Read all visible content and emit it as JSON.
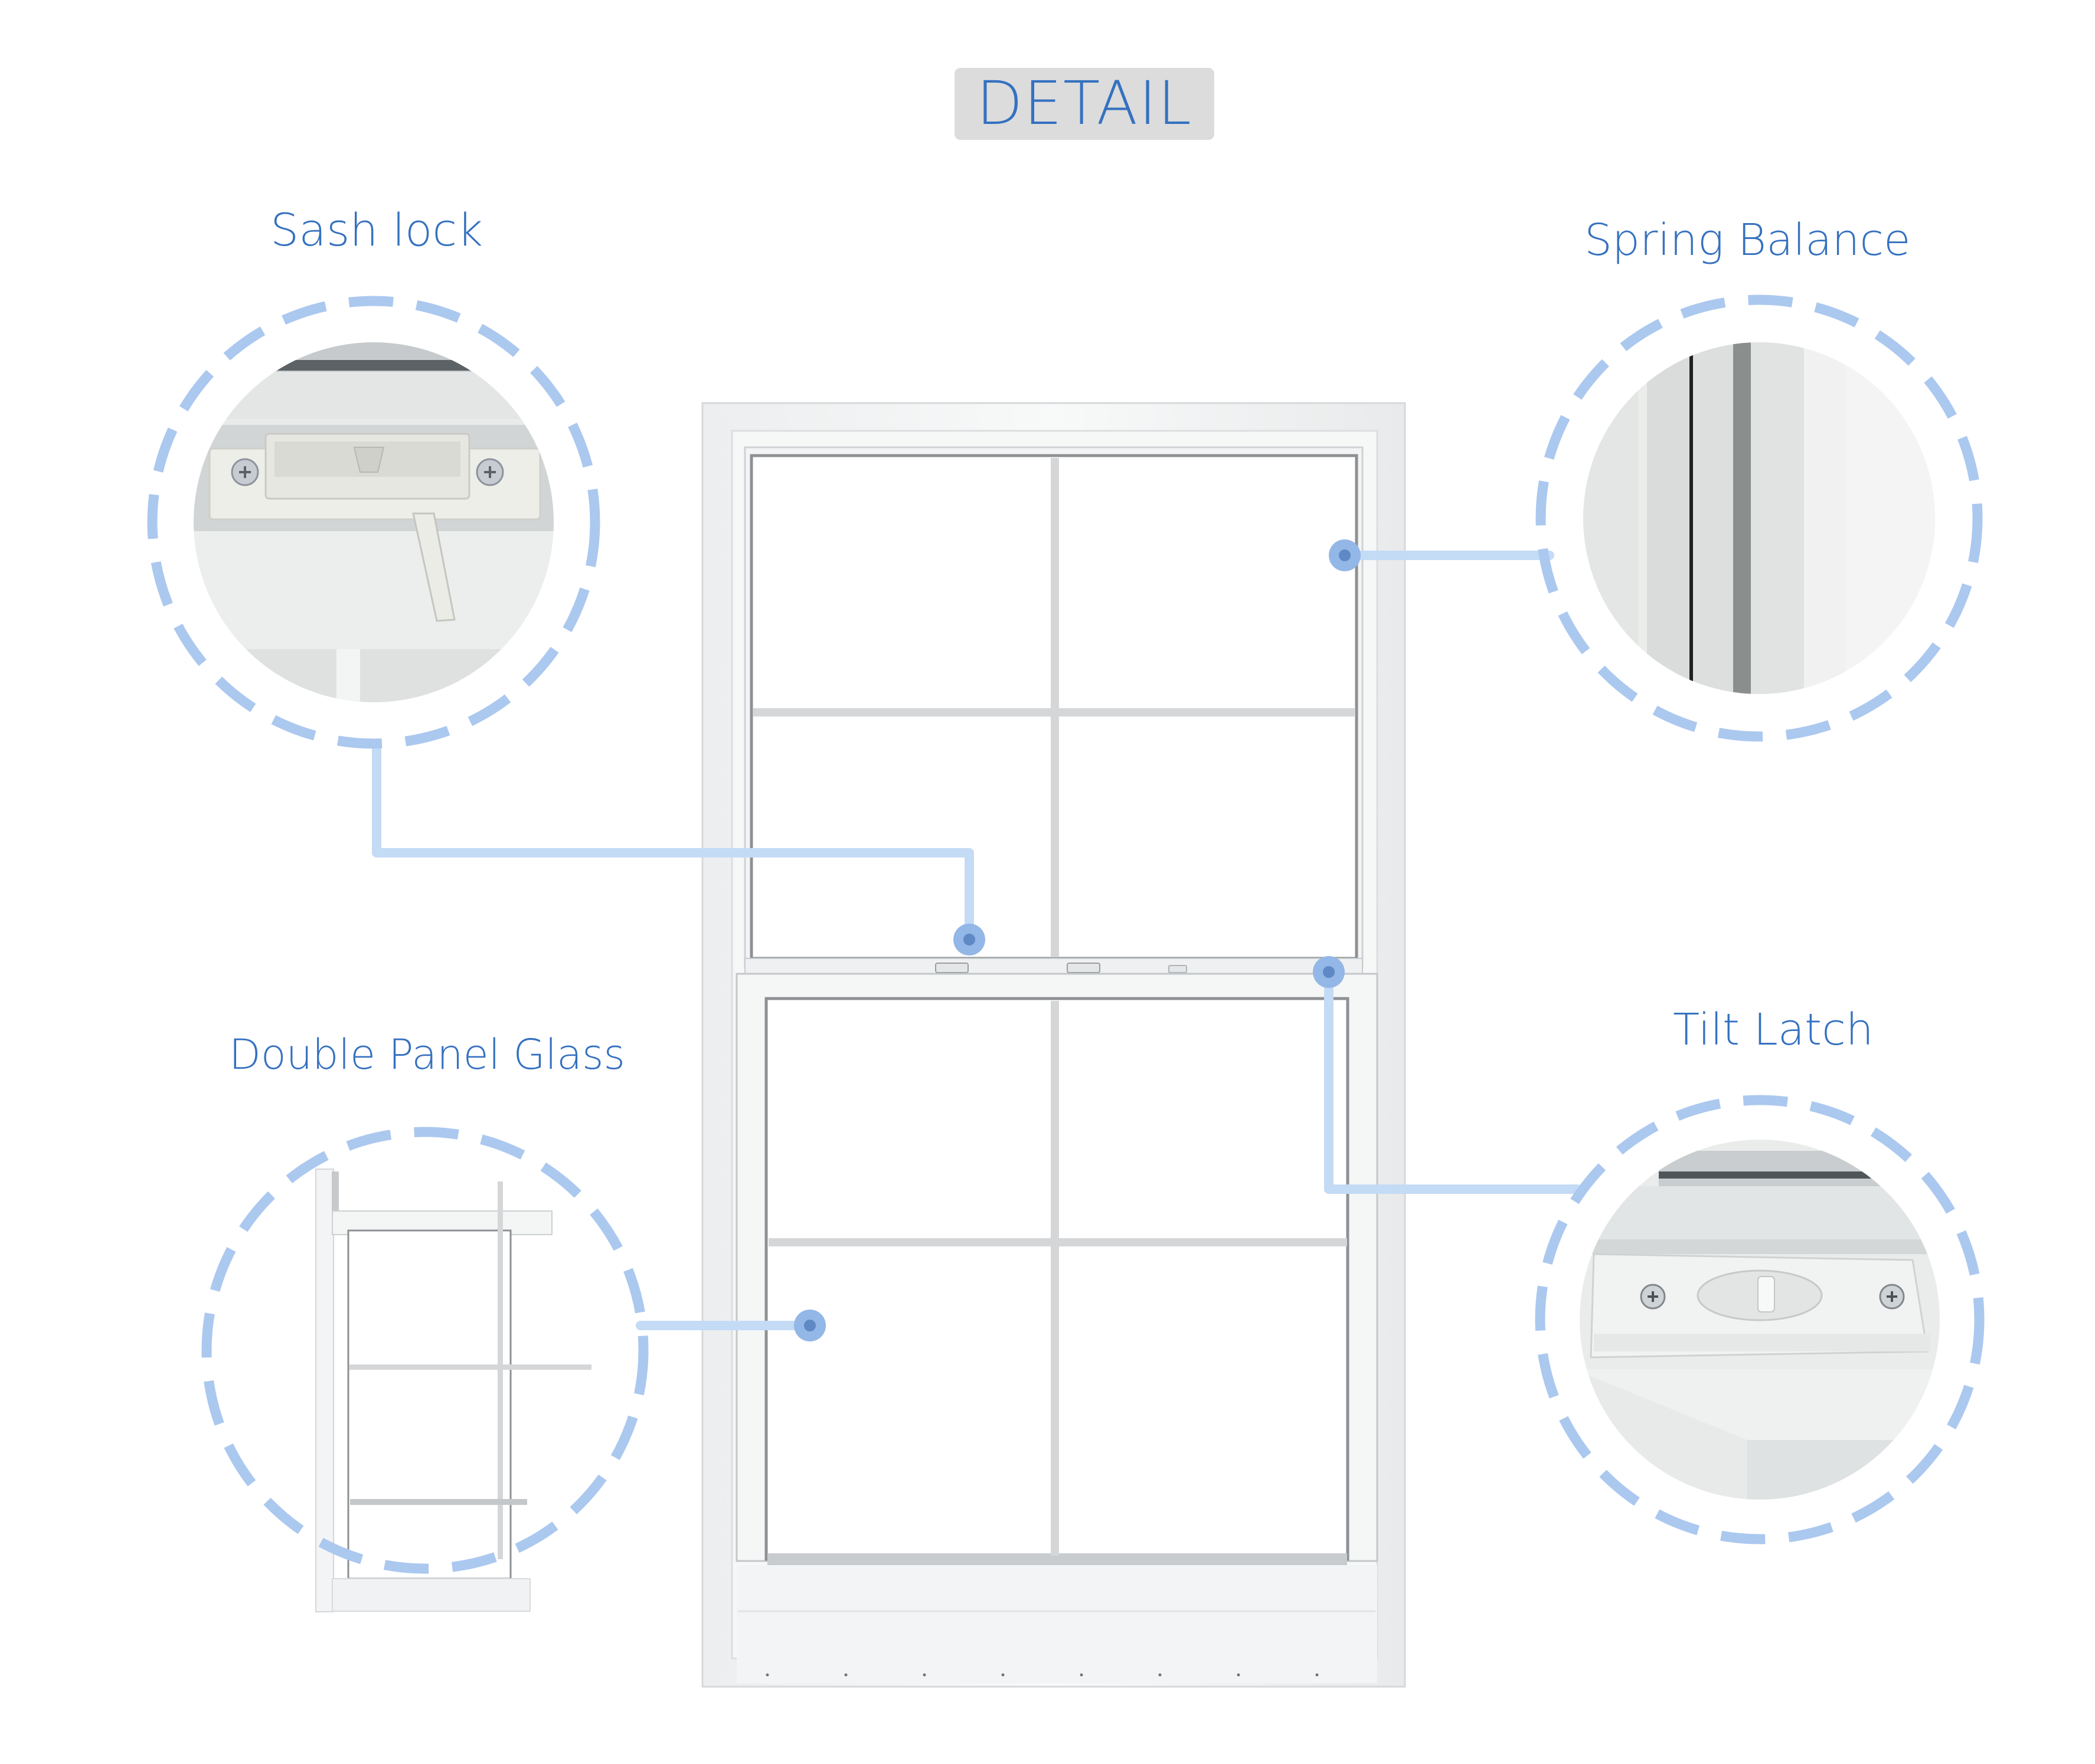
{
  "header": {
    "title": "DETAIL"
  },
  "callouts": [
    {
      "id": "sash-lock",
      "label": "Sash lock",
      "position": "top-left",
      "icon": "sash-lock-photo"
    },
    {
      "id": "spring-balance",
      "label": "Spring Balance",
      "position": "top-right",
      "icon": "spring-balance-photo"
    },
    {
      "id": "double-panel-glass",
      "label": "Double Panel Glass",
      "position": "bottom-left",
      "icon": "double-panel-glass-photo"
    },
    {
      "id": "tilt-latch",
      "label": "Tilt Latch",
      "position": "bottom-right",
      "icon": "tilt-latch-photo"
    }
  ],
  "main": {
    "product": "single-hung-window",
    "grille": "2x2 per sash"
  },
  "colors": {
    "accent_text": "#3571c0",
    "badge_bg": "#dcdcdc",
    "dashed_ring": "#abc8ef",
    "leader_line": "#c4dbf5",
    "dot_outer": "#93b7e6",
    "dot_inner": "#5f89c4",
    "frame": "#f4f5f6",
    "grille_bar": "#d4d6d8"
  }
}
